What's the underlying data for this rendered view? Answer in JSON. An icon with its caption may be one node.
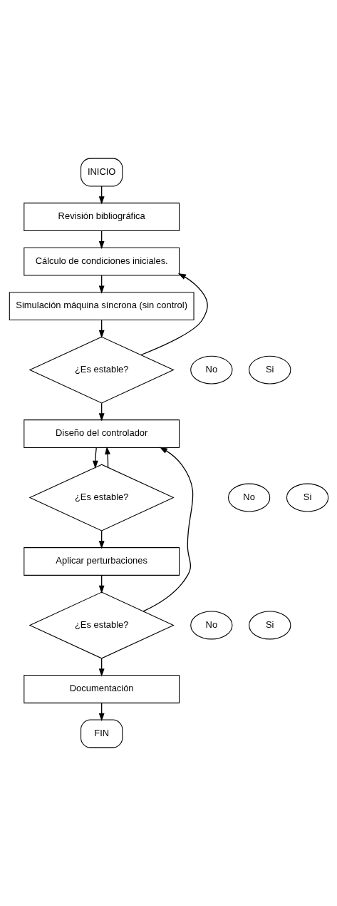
{
  "diagram": {
    "nodes": [
      {
        "text": [
          "INICIO"
        ]
      },
      {
        "text": [
          "Revisión bibliográfica"
        ]
      },
      {
        "text": [
          "Cálculo de condiciones iniciales."
        ]
      },
      {
        "text": [
          "Simulación máquina síncrona (sin control)"
        ]
      },
      {
        "text": [
          "No"
        ]
      },
      {
        "text": [
          "¿Es estable?"
        ]
      },
      {
        "text": [
          "Si"
        ]
      },
      {
        "text": [
          "Diseño del controlador"
        ]
      },
      {
        "text": [
          "No"
        ]
      },
      {
        "text": [
          "¿Es estable?"
        ]
      },
      {
        "text": [
          "Si"
        ]
      },
      {
        "text": [
          "Aplicar perturbaciones"
        ]
      },
      {
        "text": [
          "No"
        ]
      },
      {
        "text": [
          "¿Es estable?"
        ]
      },
      {
        "text": [
          "Si"
        ]
      },
      {
        "text": [
          "Documentación"
        ]
      },
      {
        "text": [
          "FIN"
        ]
      }
    ],
    "edges": [
      {
        "from": 0,
        "to": 1,
        "arrow": "to"
      },
      {
        "from": 1,
        "to": 2,
        "arrow": "to"
      },
      {
        "from": 2,
        "to": 3,
        "arrow": "to"
      },
      {
        "from": 3,
        "to": 5,
        "arrow": "to"
      },
      {
        "from": 5,
        "to": 2,
        "arrow": "to"
      },
      {
        "from": 5,
        "to": 7,
        "arrow": "to"
      },
      {
        "from": 7,
        "to": 9,
        "arrow": "to"
      },
      {
        "from": 9,
        "to": 7,
        "arrow": "to"
      },
      {
        "from": 9,
        "to": 11,
        "arrow": "to"
      },
      {
        "from": 11,
        "to": 13,
        "arrow": "to"
      },
      {
        "from": 13,
        "to": 7,
        "arrow": "to"
      },
      {
        "from": 13,
        "to": 15,
        "arrow": "to"
      },
      {
        "from": 15,
        "to": 16,
        "arrow": "to"
      }
    ]
  }
}
